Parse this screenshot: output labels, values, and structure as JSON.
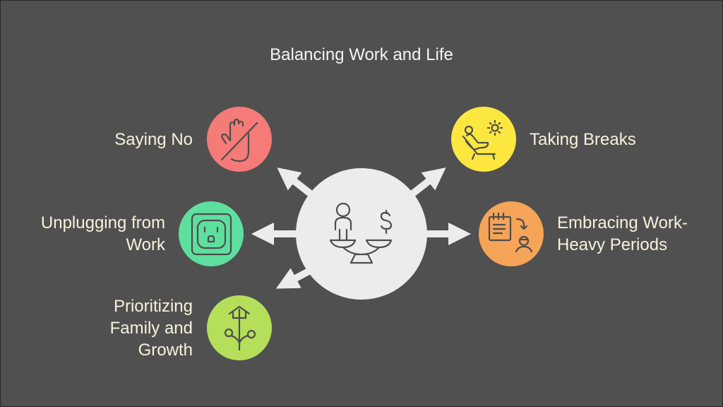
{
  "title": "Balancing Work and Life",
  "center": {
    "icon": "balance-scale-person-dollar-icon"
  },
  "items": [
    {
      "label": "Saying No",
      "icon": "hand-stop-icon",
      "color": "#f47b77"
    },
    {
      "label": "Taking Breaks",
      "icon": "lounge-chair-sun-icon",
      "color": "#fbe740"
    },
    {
      "label": "Unplugging from Work",
      "icon": "power-outlet-icon",
      "color": "#5fdf9f"
    },
    {
      "label": "Embracing Work-Heavy Periods",
      "icon": "calendar-person-icon",
      "color": "#f6a458"
    },
    {
      "label": "Prioritizing Family and Growth",
      "icon": "home-growth-icon",
      "color": "#b5de5a"
    }
  ],
  "colors": {
    "background": "#505050",
    "center": "#ececec",
    "icon_stroke": "#4d4d4d"
  }
}
